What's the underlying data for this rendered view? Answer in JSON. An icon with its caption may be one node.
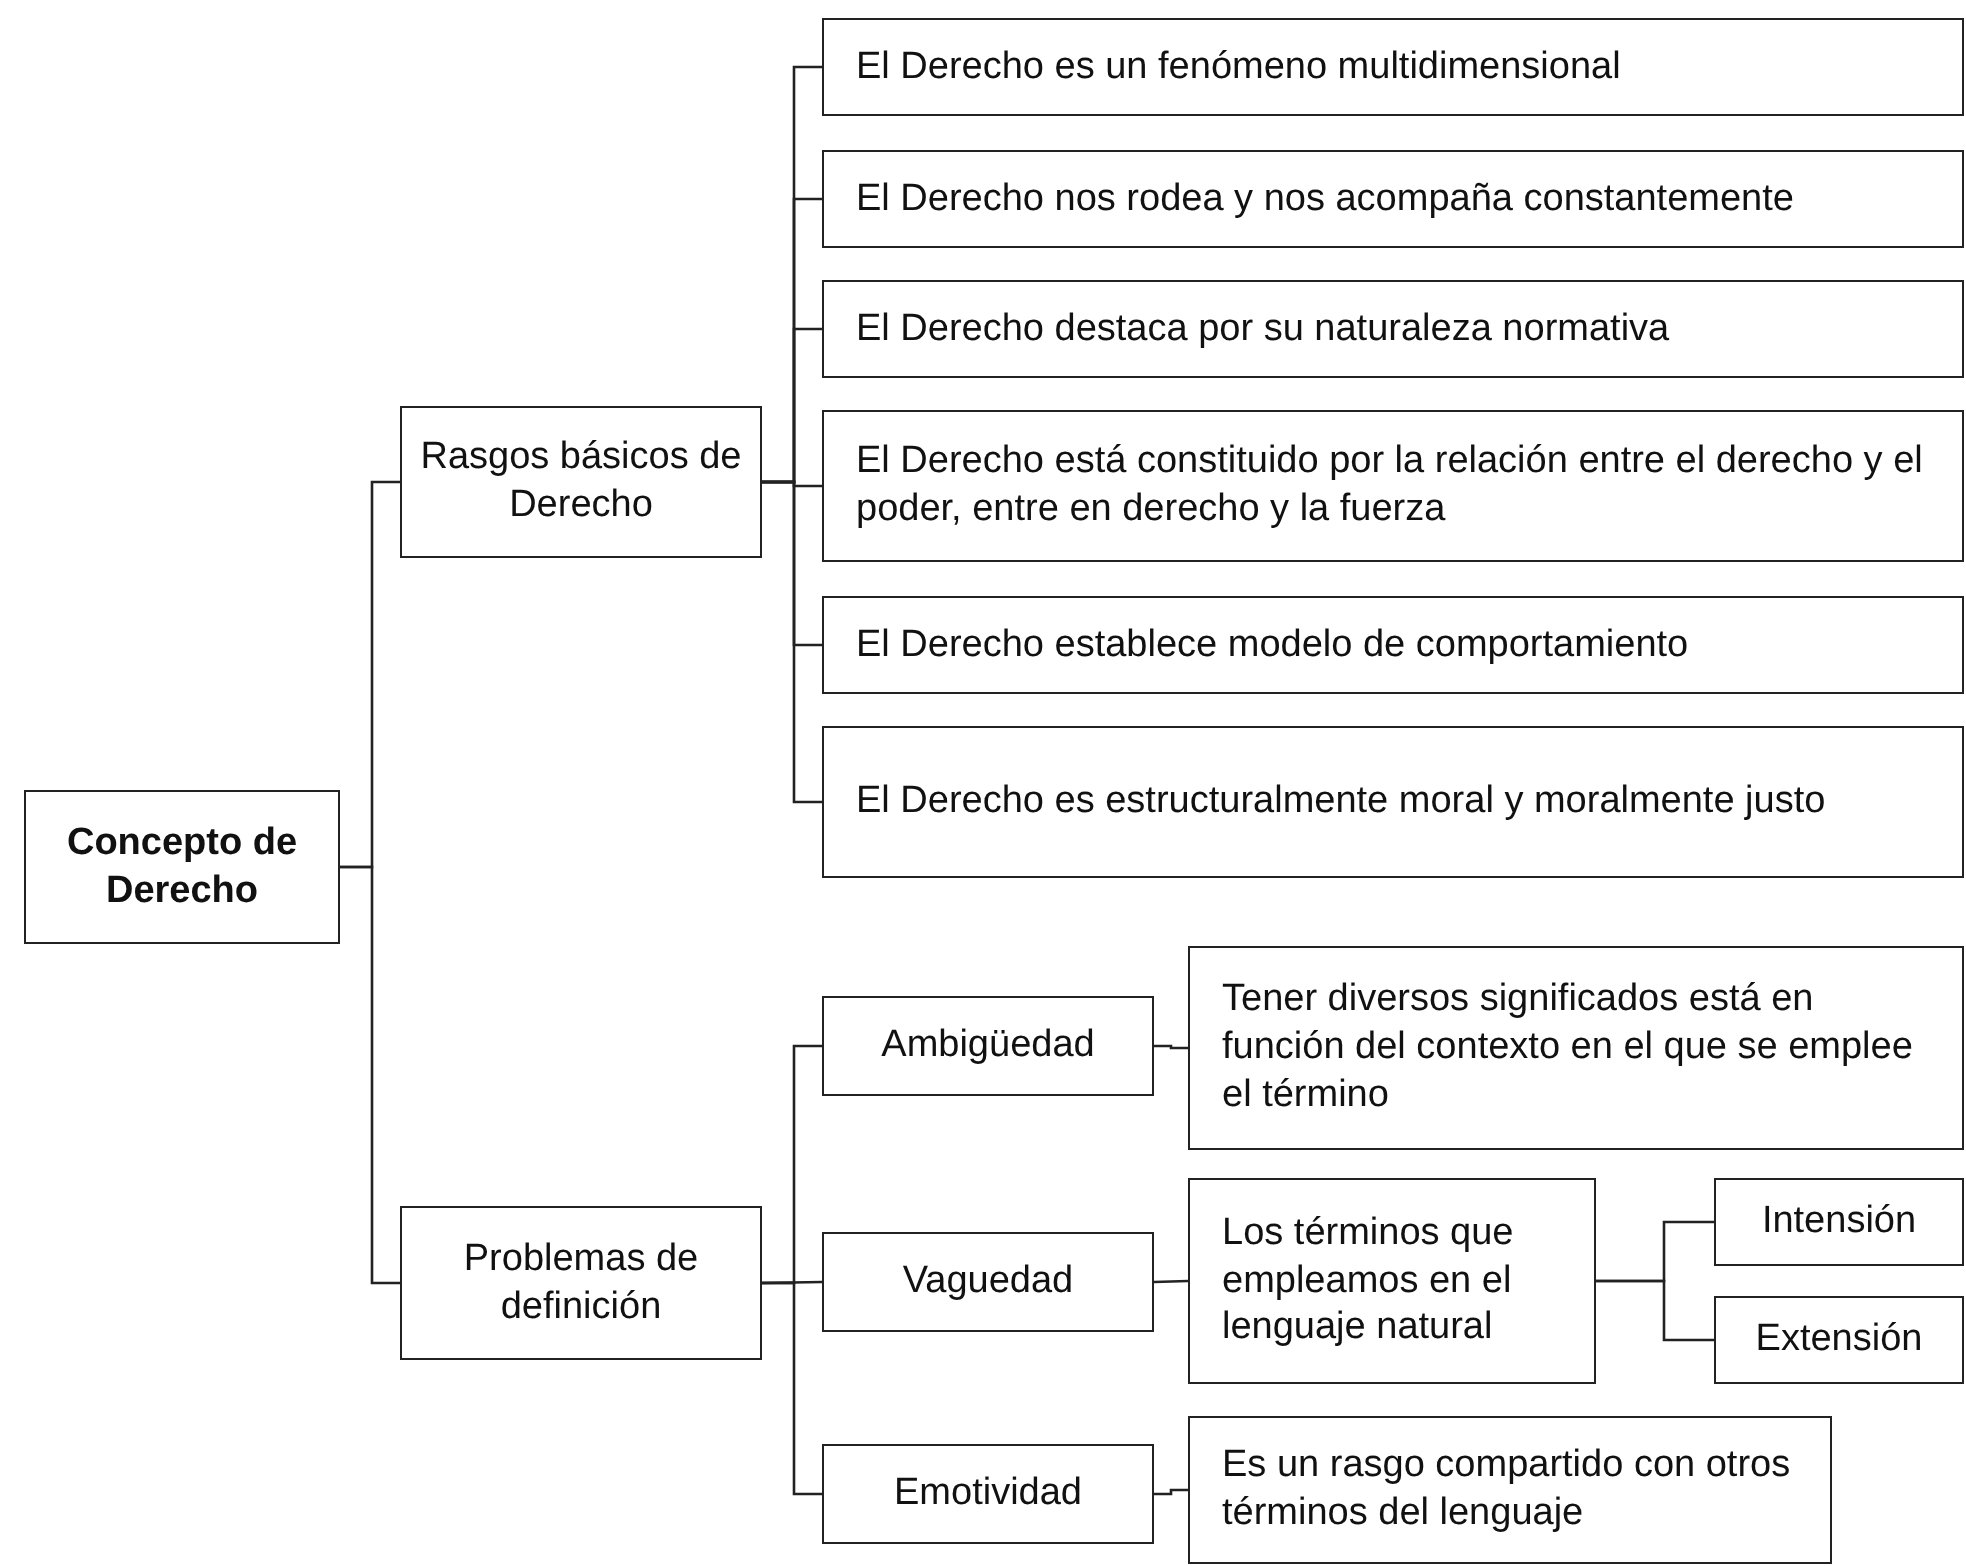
{
  "diagram": {
    "nodes": [
      {
        "text": [
          "Concepto de Derecho"
        ]
      },
      {
        "text": [
          "Rasgos básicos de Derecho"
        ]
      },
      {
        "text": [
          "Problemas de definición"
        ]
      },
      {
        "text": [
          "El Derecho es un fenómeno multidimensional"
        ]
      },
      {
        "text": [
          "El Derecho nos rodea y nos acompaña constantemente"
        ]
      },
      {
        "text": [
          "El Derecho destaca por su naturaleza normativa"
        ]
      },
      {
        "text": [
          "El Derecho está constituido por la relación entre el derecho y el poder, entre en derecho y la fuerza"
        ]
      },
      {
        "text": [
          "El Derecho establece modelo de comportamiento"
        ]
      },
      {
        "text": [
          "El Derecho es estructuralmente moral y moralmente justo"
        ]
      },
      {
        "text": [
          "Ambigüedad"
        ]
      },
      {
        "text": [
          "Tener diversos significados está en función del contexto en el que se emplee el término"
        ]
      },
      {
        "text": [
          "Vaguedad"
        ]
      },
      {
        "text": [
          "Los términos que empleamos en el lenguaje natural"
        ]
      },
      {
        "text": [
          "Intensión"
        ]
      },
      {
        "text": [
          "Extensión"
        ]
      },
      {
        "text": [
          "Emotividad"
        ]
      },
      {
        "text": [
          "Es un rasgo compartido con otros términos del lenguaje"
        ]
      }
    ],
    "edges": [
      {
        "from": 0,
        "to": 1,
        "arrow": "none"
      },
      {
        "from": 0,
        "to": 2,
        "arrow": "none"
      },
      {
        "from": 1,
        "to": 3,
        "arrow": "none"
      },
      {
        "from": 1,
        "to": 4,
        "arrow": "none"
      },
      {
        "from": 1,
        "to": 5,
        "arrow": "none"
      },
      {
        "from": 1,
        "to": 6,
        "arrow": "none"
      },
      {
        "from": 1,
        "to": 7,
        "arrow": "none"
      },
      {
        "from": 1,
        "to": 8,
        "arrow": "none"
      },
      {
        "from": 2,
        "to": 9,
        "arrow": "none"
      },
      {
        "from": 2,
        "to": 11,
        "arrow": "none"
      },
      {
        "from": 2,
        "to": 15,
        "arrow": "none"
      },
      {
        "from": 9,
        "to": 10,
        "arrow": "none"
      },
      {
        "from": 11,
        "to": 12,
        "arrow": "none"
      },
      {
        "from": 12,
        "to": 13,
        "arrow": "none"
      },
      {
        "from": 12,
        "to": 14,
        "arrow": "none"
      },
      {
        "from": 15,
        "to": 16,
        "arrow": "none"
      }
    ]
  }
}
